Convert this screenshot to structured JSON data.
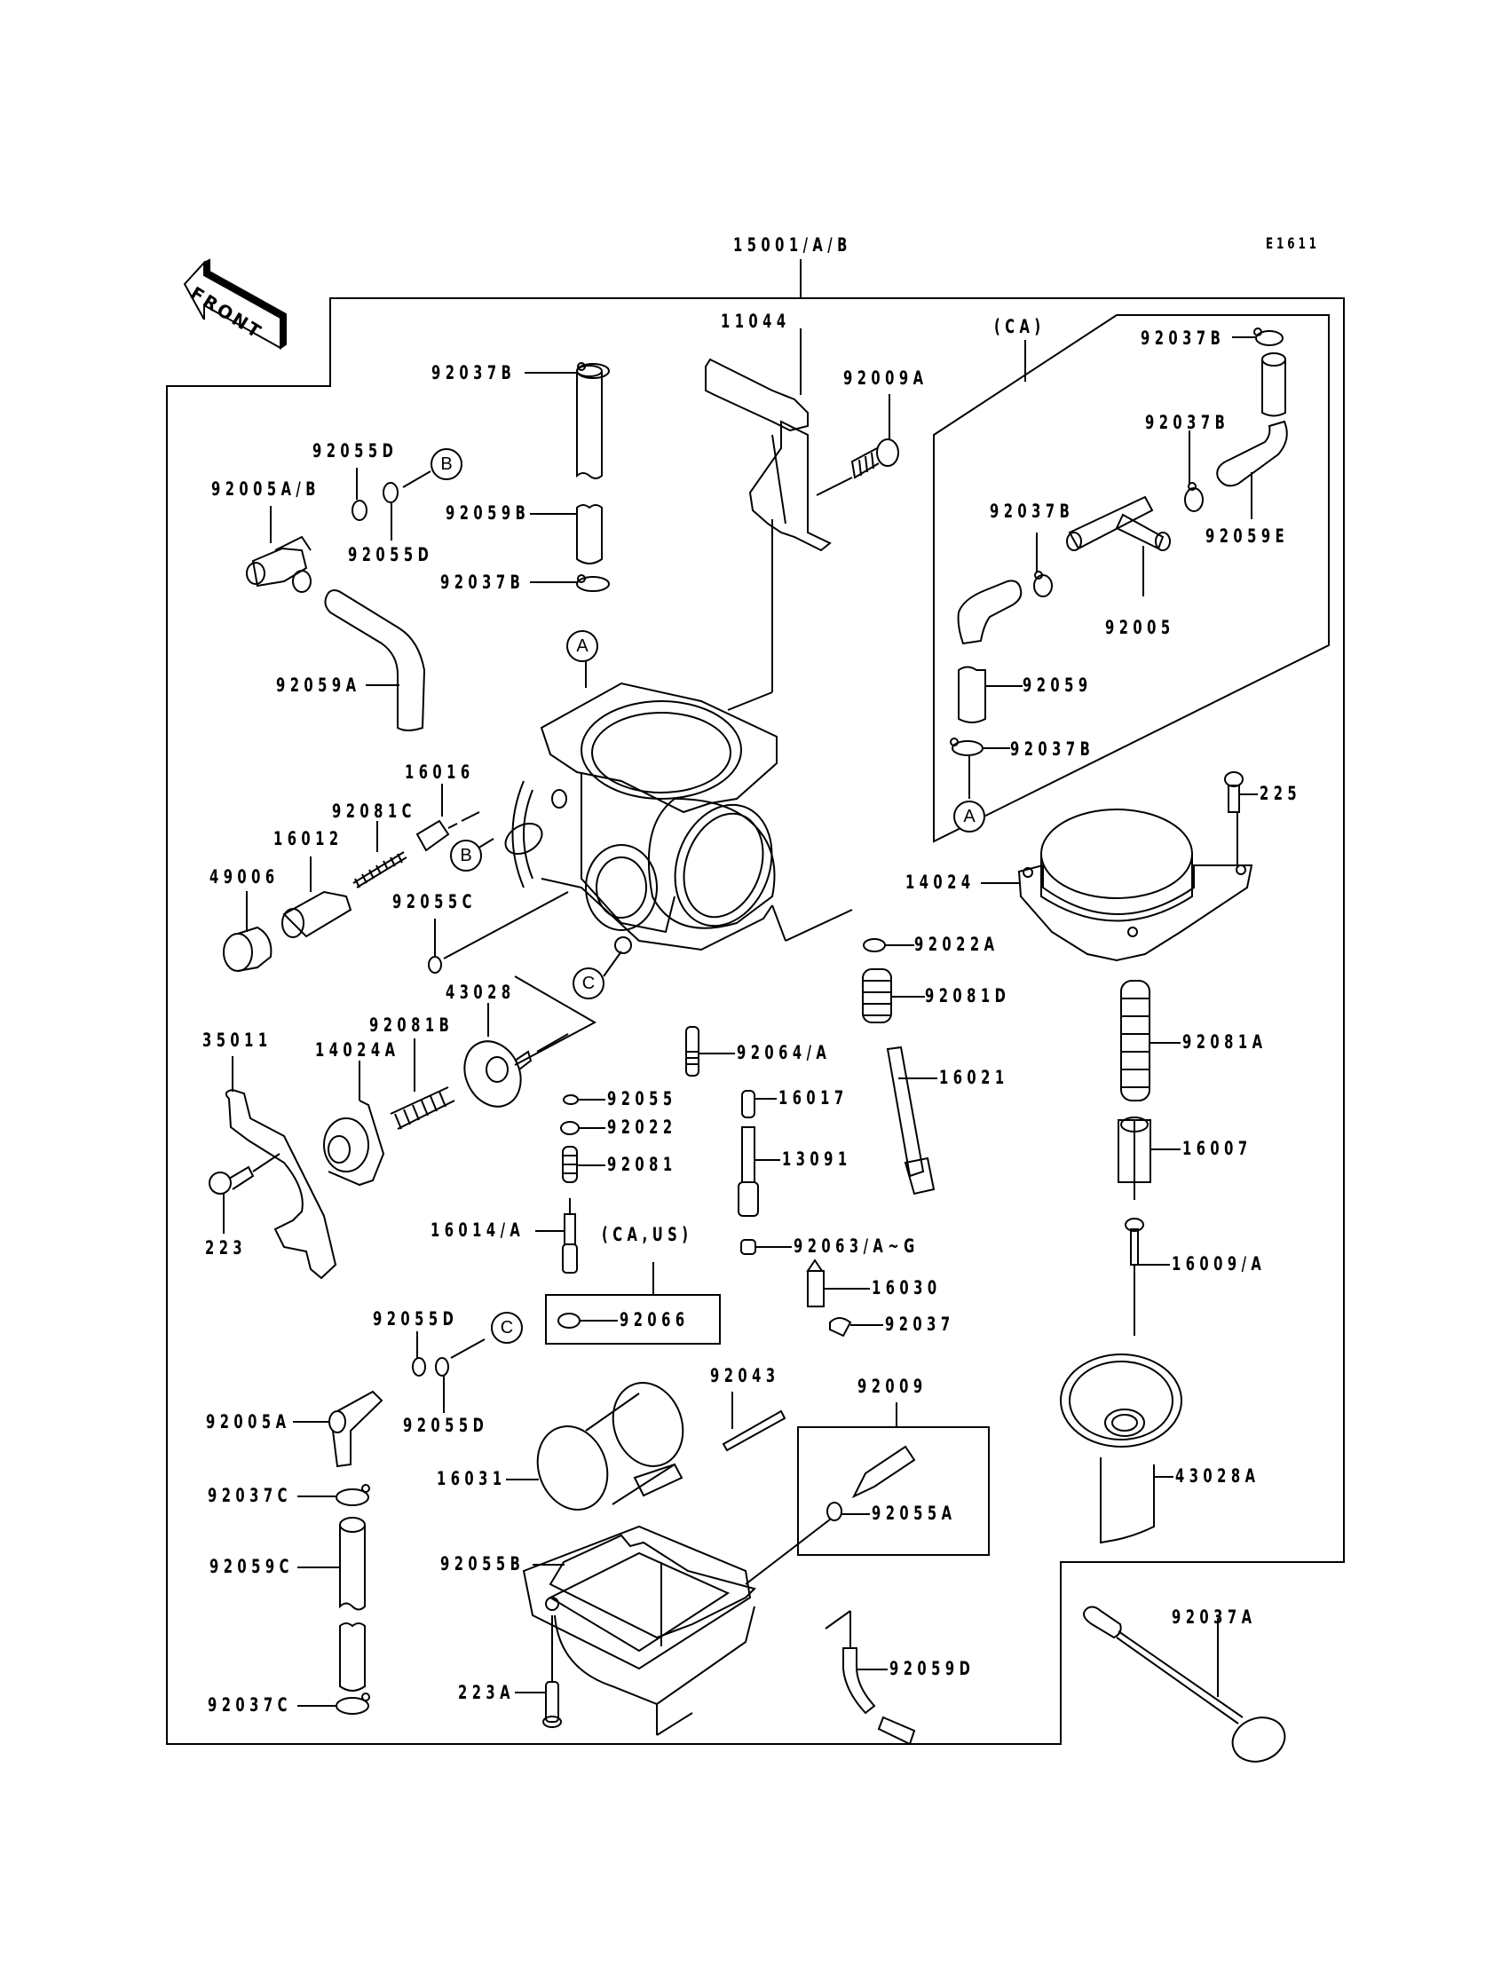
{
  "diagram": {
    "title": "Carburetor exploded parts diagram",
    "assembly_number": "15001/A/B",
    "figure_code": "E1611",
    "front_indicator": "FRONT",
    "reference_markers": [
      "A",
      "B",
      "C"
    ],
    "region_notes": {
      "ca_box": "(CA)",
      "ca_us_box": "(CA,US)"
    },
    "labels": {
      "p15001": "15001/A/B",
      "e1611": "E1611",
      "p11044": "11044",
      "p92009A": "92009A",
      "ca": "(CA)",
      "p92037B_top": "92037B",
      "p92037B_ca1": "92037B",
      "p92037B_ca2": "92037B",
      "p92037B_ca3": "92037B",
      "p92037B_ca4": "92037B",
      "p92059E": "92059E",
      "p92005": "92005",
      "p92059": "92059",
      "p92037B_upper": "92037B",
      "p92059B": "92059B",
      "p92037B_lower": "92037B",
      "p92055D_a": "92055D",
      "p92055D_b": "92055D",
      "p92005AB": "92005A/B",
      "p92059A": "92059A",
      "p16016": "16016",
      "p92081C": "92081C",
      "p16012": "16012",
      "p49006": "49006",
      "p92055C": "92055C",
      "p225": "225",
      "p14024": "14024",
      "p92022A": "92022A",
      "p92081D": "92081D",
      "p43028": "43028",
      "p92081B": "92081B",
      "p35011": "35011",
      "p14024A": "14024A",
      "p223": "223",
      "p92064A": "92064/A",
      "p16021": "16021",
      "p92081A": "92081A",
      "p92055": "92055",
      "p16017": "16017",
      "p92022": "92022",
      "p92081": "92081",
      "p13091": "13091",
      "p16007": "16007",
      "p16014A": "16014/A",
      "caus": "(CA,US)",
      "p92063": "92063/A~G",
      "p16009A": "16009/A",
      "p16030": "16030",
      "p92066": "92066",
      "p92037": "92037",
      "p92055D_c": "92055D",
      "p92055D_d": "92055D",
      "p92043": "92043",
      "p92009": "92009",
      "p92005A": "92005A",
      "p16031": "16031",
      "p92055A": "92055A",
      "p43028A": "43028A",
      "p92037C_a": "92037C",
      "p92059C": "92059C",
      "p92055B": "92055B",
      "p92037A": "92037A",
      "p92059D": "92059D",
      "p223A": "223A",
      "p92037C_b": "92037C"
    }
  }
}
